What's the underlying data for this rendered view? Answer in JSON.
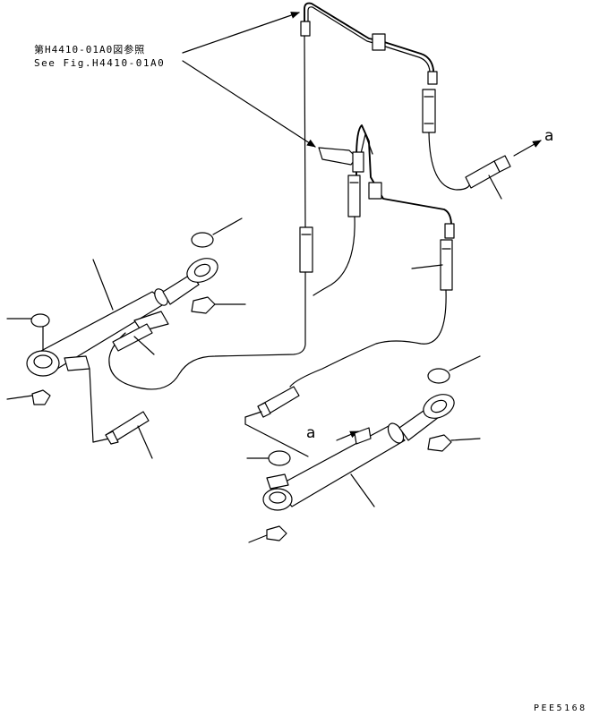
{
  "reference": {
    "jp": "第H4410-01A0図参照",
    "en": "See Fig.H4410-01A0"
  },
  "labels": {
    "a_upper": "a",
    "a_lower": "a"
  },
  "drawing_code": "PEE5168"
}
